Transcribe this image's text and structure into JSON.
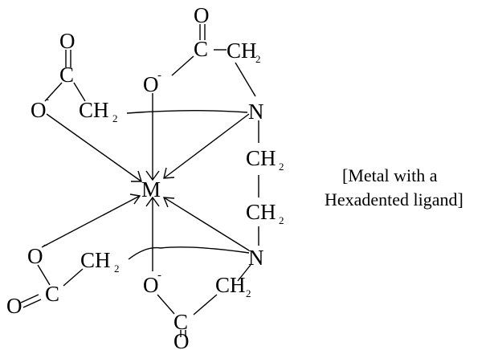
{
  "atoms": {
    "metal": "M",
    "oxygen": "O",
    "carbon": "C",
    "nitrogen": "N",
    "methylene": "CH",
    "methylene_sub": "2",
    "negative_charge": "-"
  },
  "caption": {
    "line1": "[Metal with a",
    "line2": "Hexadented ligand]"
  }
}
